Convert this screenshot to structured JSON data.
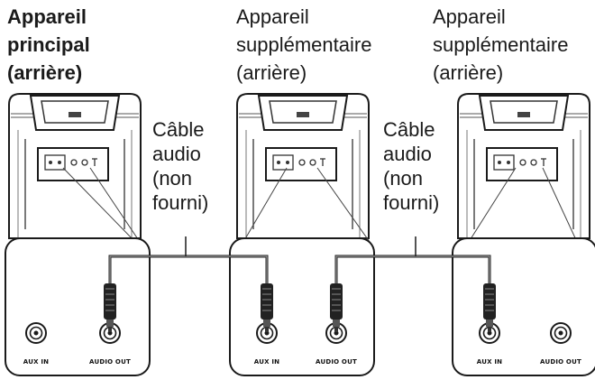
{
  "devices": [
    {
      "id": "main",
      "title_lines": [
        "Appareil",
        "principal",
        "(arrière)"
      ],
      "bold": true,
      "ports": [
        "AUX IN",
        "AUDIO OUT"
      ]
    },
    {
      "id": "additional-1",
      "title_lines": [
        "Appareil",
        "supplémentaire",
        "(arrière)"
      ],
      "bold": false,
      "ports": [
        "AUX IN",
        "AUDIO OUT"
      ]
    },
    {
      "id": "additional-2",
      "title_lines": [
        "Appareil",
        "supplémentaire",
        "(arrière)"
      ],
      "bold": false,
      "ports": [
        "AUX IN",
        "AUDIO OUT"
      ]
    }
  ],
  "cables": [
    {
      "label_lines": [
        "Câble",
        "audio",
        "(non",
        "fourni)"
      ],
      "from": "main.AUDIO OUT",
      "to": "additional-1.AUX IN"
    },
    {
      "label_lines": [
        "Câble",
        "audio",
        "(non",
        "fourni)"
      ],
      "from": "additional-1.AUDIO OUT",
      "to": "additional-2.AUX IN"
    }
  ],
  "colors": {
    "line": "#1a1a1a",
    "cable": "#222222",
    "background": "#ffffff"
  }
}
